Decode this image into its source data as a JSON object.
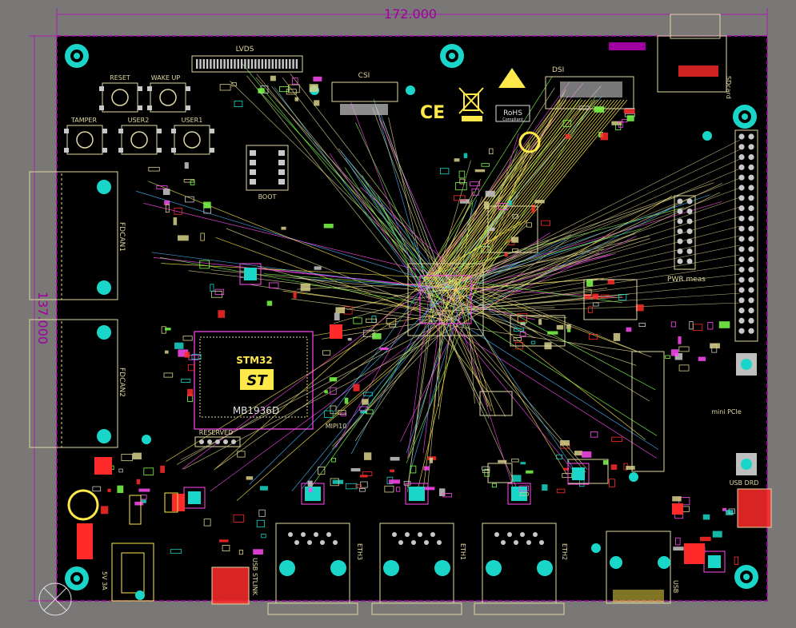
{
  "dimensions": {
    "width": "172.000",
    "height": "137.000"
  },
  "colors": {
    "background": "#7a7777",
    "board": "#000000",
    "outline": "#b000b0",
    "silk": "#e0d7a0",
    "copper_top": "#ff2a2a",
    "pad": "#c8c8c8",
    "via": "#19d6c8",
    "ratsnest_a": "#d8d08a",
    "ratsnest_b": "#7cff4a",
    "ratsnest_c": "#ff4af2",
    "ratsnest_d": "#ffe84a",
    "ratsnest_e": "#48b8ff"
  },
  "silk_labels": {
    "lvds": "LVDS",
    "csi": "CSI",
    "dsi": "DSI",
    "reset": "RESET",
    "wake_up": "WAKE UP",
    "tamper": "TAMPER",
    "user2": "USER2",
    "user1": "USER1",
    "boot": "BOOT",
    "fdcan1": "FDCAN1",
    "fdcan2": "FDCAN2",
    "reserved": "RESERVED",
    "board_id": "MB1936D",
    "mipi": "MIPI10",
    "rohs_line1": "RoHS",
    "rohs_line2": "Compliant",
    "ce": "CE",
    "pwr_meas": "PWR meas",
    "mini_pcie": "mini PCIe",
    "usb_drd": "USB DRD",
    "usb_stlink": "USB STLINK",
    "power": "5V 3A",
    "eth1": "ETH1",
    "eth2": "ETH2",
    "eth3": "ETH3",
    "usb": "USB",
    "sdcard": "SDcard",
    "stm_logo_text": "ST",
    "ic_brand": "STM32"
  }
}
